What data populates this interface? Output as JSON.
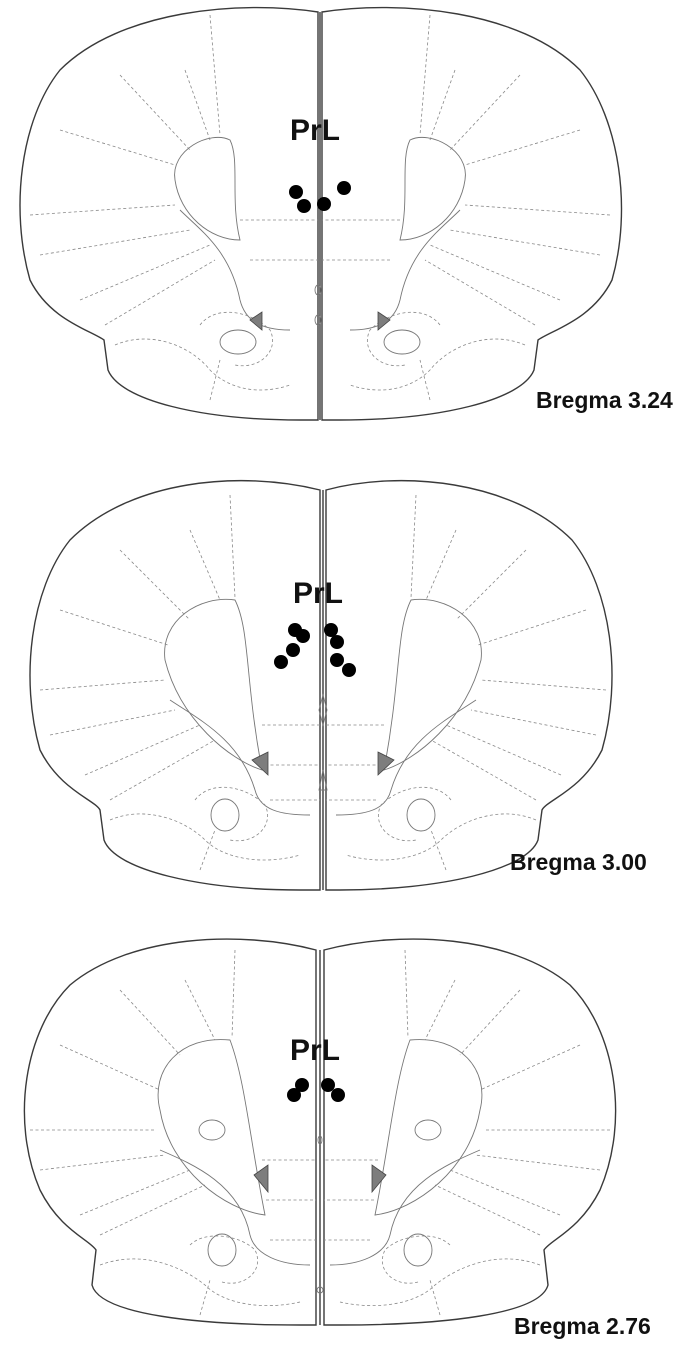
{
  "sections": [
    {
      "region_label": "PrL",
      "bregma_label": "Bregma 3.24",
      "sites": [
        [
          -24,
          4
        ],
        [
          -16,
          18
        ],
        [
          4,
          16
        ],
        [
          24,
          0
        ]
      ]
    },
    {
      "region_label": "PrL",
      "bregma_label": "Bregma 3.00",
      "sites": [
        [
          -28,
          0
        ],
        [
          -20,
          6
        ],
        [
          8,
          0
        ],
        [
          14,
          12
        ],
        [
          -30,
          20
        ],
        [
          -42,
          32
        ],
        [
          14,
          30
        ],
        [
          26,
          40
        ]
      ]
    },
    {
      "region_label": "PrL",
      "bregma_label": "Bregma 2.76",
      "sites": [
        [
          -18,
          0
        ],
        [
          -26,
          10
        ],
        [
          8,
          0
        ],
        [
          18,
          10
        ]
      ]
    }
  ],
  "colors": {
    "outline": "#3a3a3a",
    "site": "#000000",
    "ventricle": "#7d7d7d"
  }
}
